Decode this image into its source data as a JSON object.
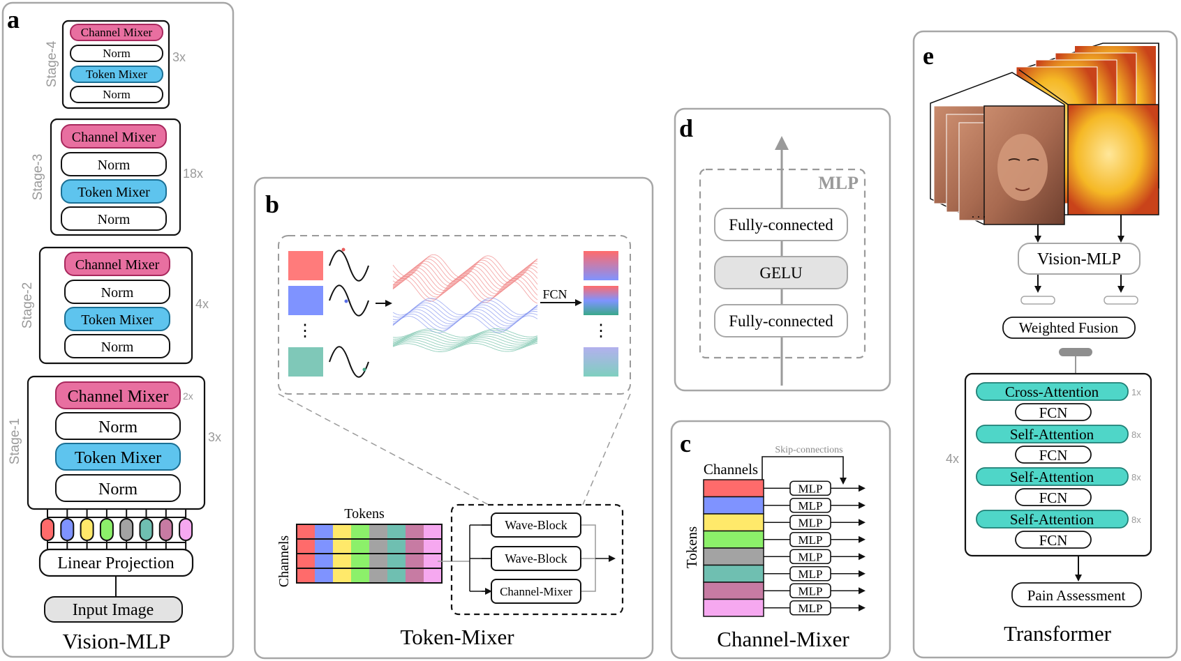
{
  "colors": {
    "pink": "#e86fa0",
    "pinkStroke": "#a8285d",
    "blue": "#5ec4ee",
    "blueStroke": "#1a6f94",
    "teal": "#4fd6c8",
    "tealStroke": "#1f7f75",
    "panelBorder": "#a7a7a7",
    "grayText": "#9a9a9a"
  },
  "panel_a": {
    "letter": "a",
    "caption": "Vision-MLP",
    "stage4": {
      "label": "Stage-4",
      "repeat": "3x",
      "channel": "Channel Mixer",
      "norm1": "Norm",
      "token": "Token Mixer",
      "norm2": "Norm"
    },
    "stage3": {
      "label": "Stage-3",
      "repeat": "18x",
      "channel": "Channel Mixer",
      "norm1": "Norm",
      "token": "Token Mixer",
      "norm2": "Norm"
    },
    "stage2": {
      "label": "Stage-2",
      "repeat": "4x",
      "channel": "Channel Mixer",
      "norm1": "Norm",
      "token": "Token Mixer",
      "norm2": "Norm"
    },
    "stage1": {
      "label": "Stage-1",
      "repeat": "3x",
      "channel_repeat": "2x",
      "channel": "Channel Mixer",
      "norm1": "Norm",
      "token": "Token Mixer",
      "norm2": "Norm"
    },
    "linear": "Linear Projection",
    "input": "Input Image",
    "patch_colors": [
      "#ff6b6b",
      "#7f93ff",
      "#ffe96a",
      "#8cf06a",
      "#a3a3a3",
      "#6fbfb1",
      "#c77ba3",
      "#f6a8f0"
    ]
  },
  "panel_b": {
    "letter": "b",
    "caption": "Token-Mixer",
    "fcn_label": "FCN",
    "dots": "⋮",
    "tokens_label": "Tokens",
    "channels_label": "Channels",
    "wave_block_1": "Wave-Block",
    "wave_block_2": "Wave-Block",
    "channel_mixer": "Channel-Mixer",
    "token_colors": [
      "#ff6b6b",
      "#7f93ff",
      "#ffe96a",
      "#8cf06a",
      "#a3a3a3",
      "#6fbfb1",
      "#c77ba3",
      "#f6a8f0"
    ]
  },
  "panel_c": {
    "letter": "c",
    "caption": "Channel-Mixer",
    "channels_label": "Channels",
    "tokens_label": "Tokens",
    "skip_label": "Skip-connections",
    "mlp_label": "MLP",
    "row_colors": [
      "#ff6b6b",
      "#7f93ff",
      "#ffe96a",
      "#8cf06a",
      "#a3a3a3",
      "#6fbfb1",
      "#c77ba3",
      "#f6a8f0"
    ]
  },
  "panel_d": {
    "letter": "d",
    "mlp_title": "MLP",
    "fc1": "Fully-connected",
    "gelu": "GELU",
    "fc2": "Fully-connected"
  },
  "panel_e": {
    "letter": "e",
    "caption": "Transformer",
    "vision_mlp": "Vision-MLP",
    "fusion": "Weighted Fusion",
    "repeat_outer": "4x",
    "cross_attention": "Cross-Attention",
    "cross_repeat": "1x",
    "self_attention_1": "Self-Attention",
    "self_attention_2": "Self-Attention",
    "self_attention_3": "Self-Attention",
    "self_repeat_1": "8x",
    "self_repeat_2": "8x",
    "self_repeat_3": "8x",
    "fcn_1": "FCN",
    "fcn_2": "FCN",
    "fcn_3": "FCN",
    "fcn_4": "FCN",
    "pain": "Pain Assessment"
  }
}
